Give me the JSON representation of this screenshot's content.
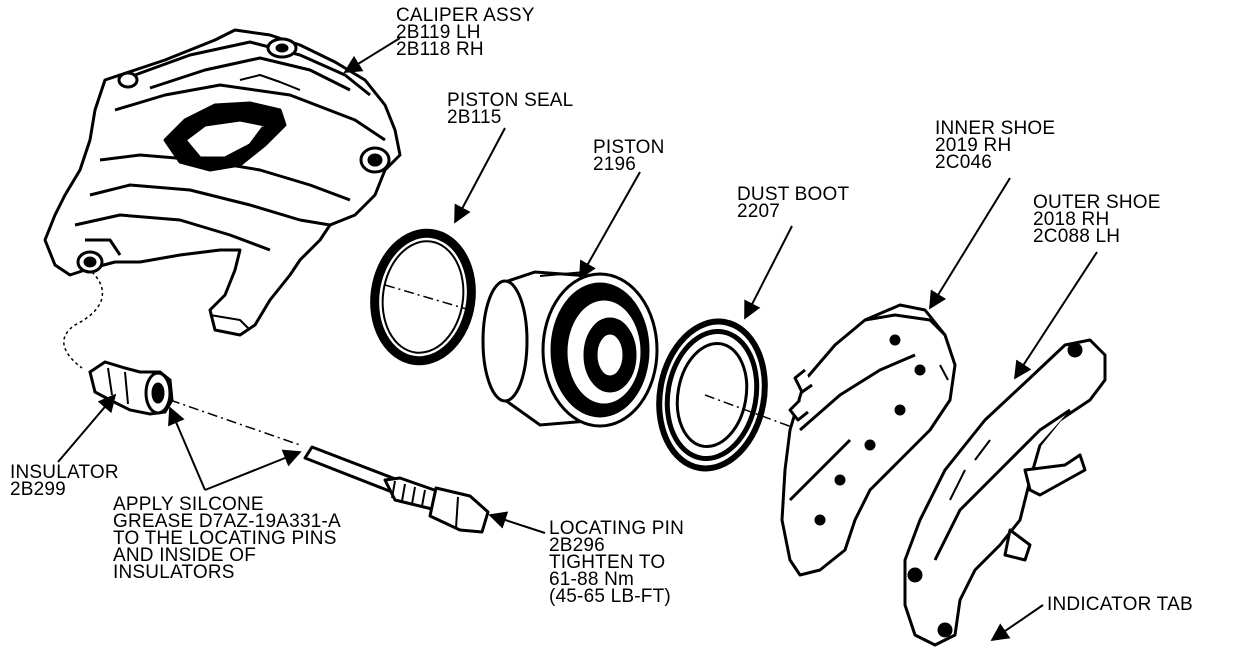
{
  "colors": {
    "ink": "#000000",
    "paper": "#ffffff"
  },
  "labels": {
    "caliper": {
      "line1": "CALIPER ASSY",
      "line2": "2B119 LH",
      "line3": "2B118 RH"
    },
    "piston_seal": {
      "line1": "PISTON SEAL",
      "line2": "2B115"
    },
    "piston": {
      "line1": "PISTON",
      "line2": "2196"
    },
    "dust_boot": {
      "line1": "DUST BOOT",
      "line2": "2207"
    },
    "inner_shoe": {
      "line1": "INNER SHOE",
      "line2": "2019 RH",
      "line3": "2C046"
    },
    "outer_shoe": {
      "line1": "OUTER SHOE",
      "line2": "2018 RH",
      "line3": "2C088 LH"
    },
    "insulator": {
      "line1": "INSULATOR",
      "line2": "2B299"
    },
    "grease": {
      "line1": "APPLY SILCONE",
      "line2": "GREASE D7AZ-19A331-A",
      "line3": "TO THE LOCATING PINS",
      "line4": "AND INSIDE OF",
      "line5": "INSULATORS"
    },
    "locating_pin": {
      "line1": "LOCATING PIN",
      "line2": "2B296",
      "line3": "TIGHTEN TO",
      "line4": "61-88 Nm",
      "line5": "(45-65 LB-FT)"
    },
    "indicator_tab": {
      "line1": "INDICATOR TAB"
    }
  }
}
